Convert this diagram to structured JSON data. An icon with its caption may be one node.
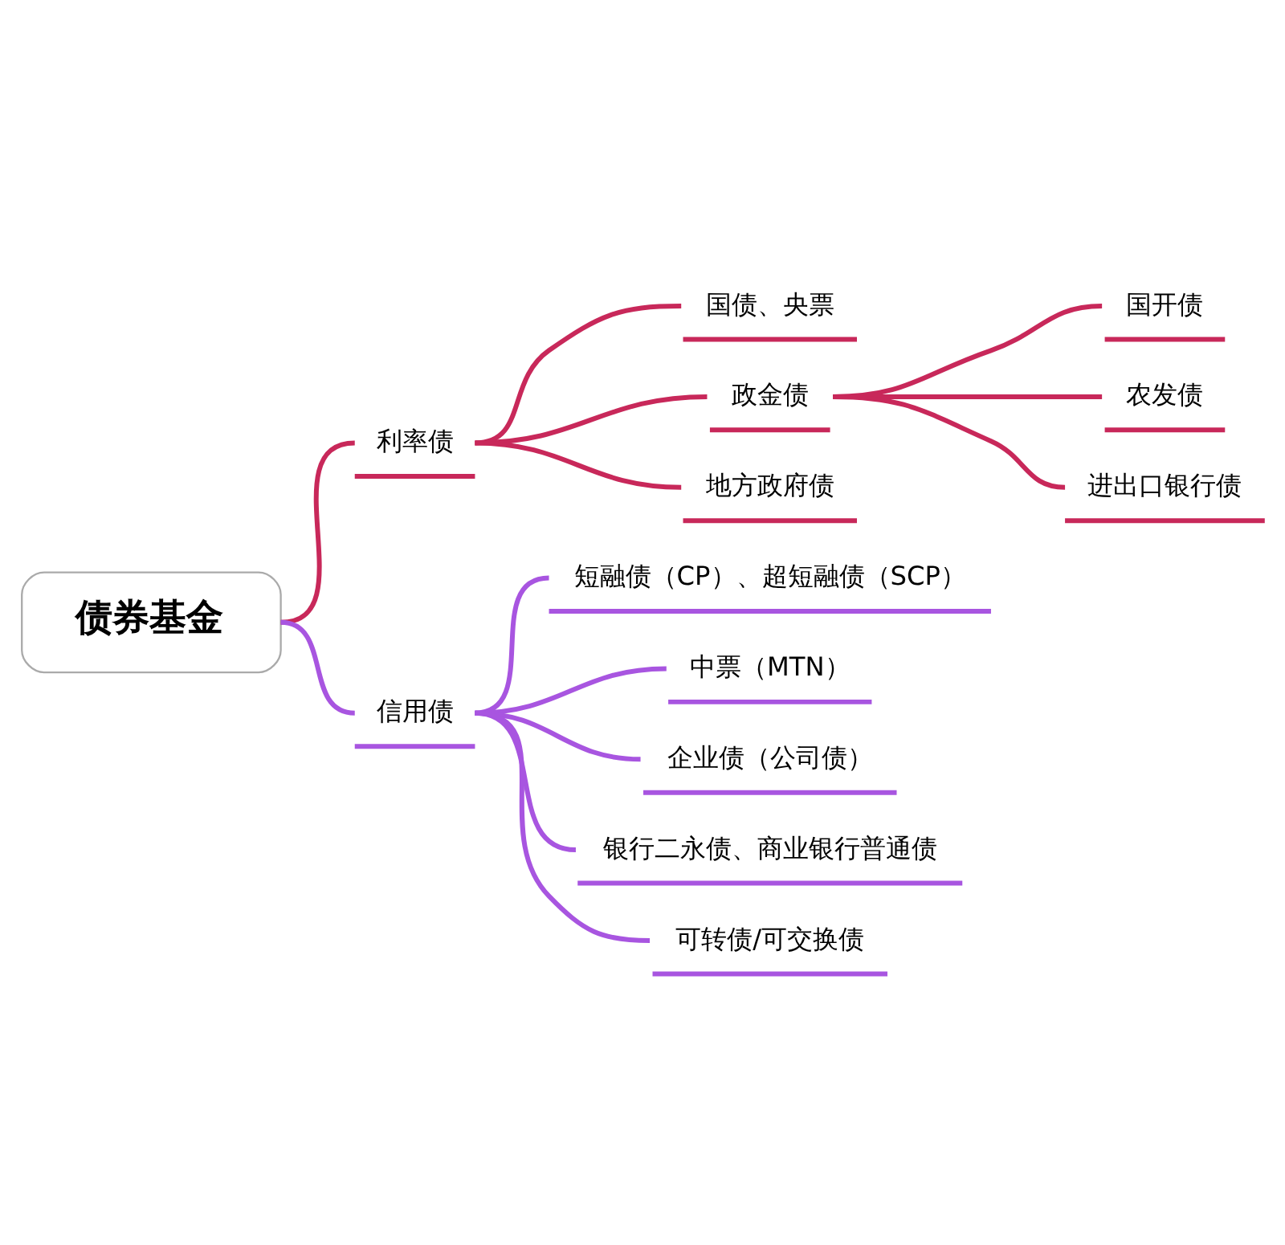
{
  "diagram": {
    "nodes": [
      {
        "text": [
          "债券基金"
        ]
      },
      {
        "text": [
          "利率债"
        ]
      },
      {
        "text": [
          "国债、央票"
        ]
      },
      {
        "text": [
          "政金债"
        ]
      },
      {
        "text": [
          "国开债"
        ]
      },
      {
        "text": [
          "农发债"
        ]
      },
      {
        "text": [
          "进出口银行债"
        ]
      },
      {
        "text": [
          "地方政府债"
        ]
      },
      {
        "text": [
          "信用债"
        ]
      },
      {
        "text": [
          "短融债（CP）、超短融债（SCP）"
        ]
      },
      {
        "text": [
          "中票（MTN）"
        ]
      },
      {
        "text": [
          "企业债（公司债）"
        ]
      },
      {
        "text": [
          "银行二永债、商业银行普通债"
        ]
      },
      {
        "text": [
          "可转债/可交换债"
        ]
      }
    ],
    "edges": [
      {
        "from": 0,
        "to": 1,
        "arrow": "none"
      },
      {
        "from": 1,
        "to": 2,
        "arrow": "none"
      },
      {
        "from": 1,
        "to": 3,
        "arrow": "none"
      },
      {
        "from": 3,
        "to": 4,
        "arrow": "none"
      },
      {
        "from": 3,
        "to": 5,
        "arrow": "none"
      },
      {
        "from": 3,
        "to": 6,
        "arrow": "none"
      },
      {
        "from": 1,
        "to": 7,
        "arrow": "none"
      },
      {
        "from": 0,
        "to": 8,
        "arrow": "none",
        "color": "#a855e0"
      },
      {
        "from": 8,
        "to": 9,
        "arrow": "none",
        "color": "#a855e0"
      },
      {
        "from": 8,
        "to": 10,
        "arrow": "none",
        "color": "#a855e0"
      },
      {
        "from": 8,
        "to": 11,
        "arrow": "none",
        "color": "#a855e0"
      },
      {
        "from": 8,
        "to": 12,
        "arrow": "none",
        "color": "#a855e0"
      },
      {
        "from": 8,
        "to": 13,
        "arrow": "none",
        "color": "#a855e0"
      }
    ]
  }
}
